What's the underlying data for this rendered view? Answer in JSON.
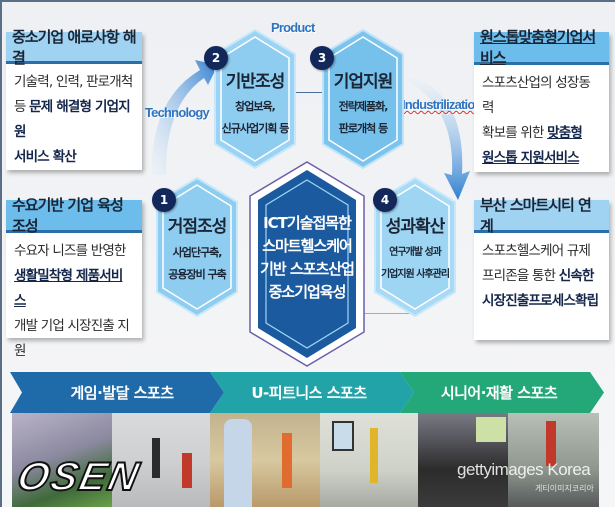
{
  "flow_labels": {
    "technology": "Technology",
    "product": "Product",
    "industrialization": "Industrilization"
  },
  "left_cards": [
    {
      "title": "중소기업 애로사항 해결",
      "lines": [
        {
          "text": "기술력, 인력, 판로개척"
        },
        {
          "prefix": "등 ",
          "bold": "문제 해결형 기업지원"
        },
        {
          "bold": "서비스 확산"
        }
      ]
    },
    {
      "title": "수요기반 기업 육성 조성",
      "lines": [
        {
          "text": "수요자 니즈를 반영한"
        },
        {
          "bold": "생활밀착형 제품서비스"
        },
        {
          "text": "개발 기업 시장진출 지원"
        }
      ]
    }
  ],
  "right_cards": [
    {
      "title": "원스톱맞춤형기업서비스",
      "lines": [
        {
          "text": "스포츠산업의 성장동력"
        },
        {
          "prefix": "확보를 위한 ",
          "bold": "맞춤형"
        },
        {
          "bold": "원스톱 지원서비스"
        }
      ]
    },
    {
      "title": "부산 스마트시티 연계",
      "lines": [
        {
          "text": "스포츠헬스케어 규제"
        },
        {
          "prefix": "프리존을 통한 ",
          "bold": "신속한"
        },
        {
          "bold": "시장진출프로세스확립"
        }
      ]
    }
  ],
  "hexagons": [
    {
      "number": "1",
      "title": "거점조성",
      "sub1": "사업단구축,",
      "sub2": "공용장비 구축"
    },
    {
      "number": "2",
      "title": "기반조성",
      "sub1": "창업보육,",
      "sub2": "신규사업기획 등"
    },
    {
      "number": "3",
      "title": "기업지원",
      "sub1": "전략제품화,",
      "sub2": "판로개척 등"
    },
    {
      "number": "4",
      "title": "성과확산",
      "sub1": "연구개발 성과",
      "sub2": "기업지원 사후관리"
    }
  ],
  "center": {
    "lines": [
      "ICT기술접목한",
      "스마트헬스케어",
      "기반 스포츠산업",
      "중소기업육성"
    ]
  },
  "bands": [
    {
      "label": "게임·발달 스포츠",
      "color": "#1f6aa8"
    },
    {
      "label": "U-피트니스 스포츠",
      "color": "#22a3a8"
    },
    {
      "label": "시니어·재활 스포츠",
      "color": "#24a87a"
    }
  ],
  "watermarks": {
    "osen": "OSEN",
    "getty": "gettyimages Korea",
    "getty_sub": "게티이미지코리아"
  },
  "colors": {
    "card_header": "#9fd3f1",
    "card_header_border": "#2a6fa8",
    "hex_fill": "#8fcdf0",
    "hex_center": "#1b5a9e",
    "number_badge": "#12275a",
    "english_label": "#2f74c0"
  }
}
